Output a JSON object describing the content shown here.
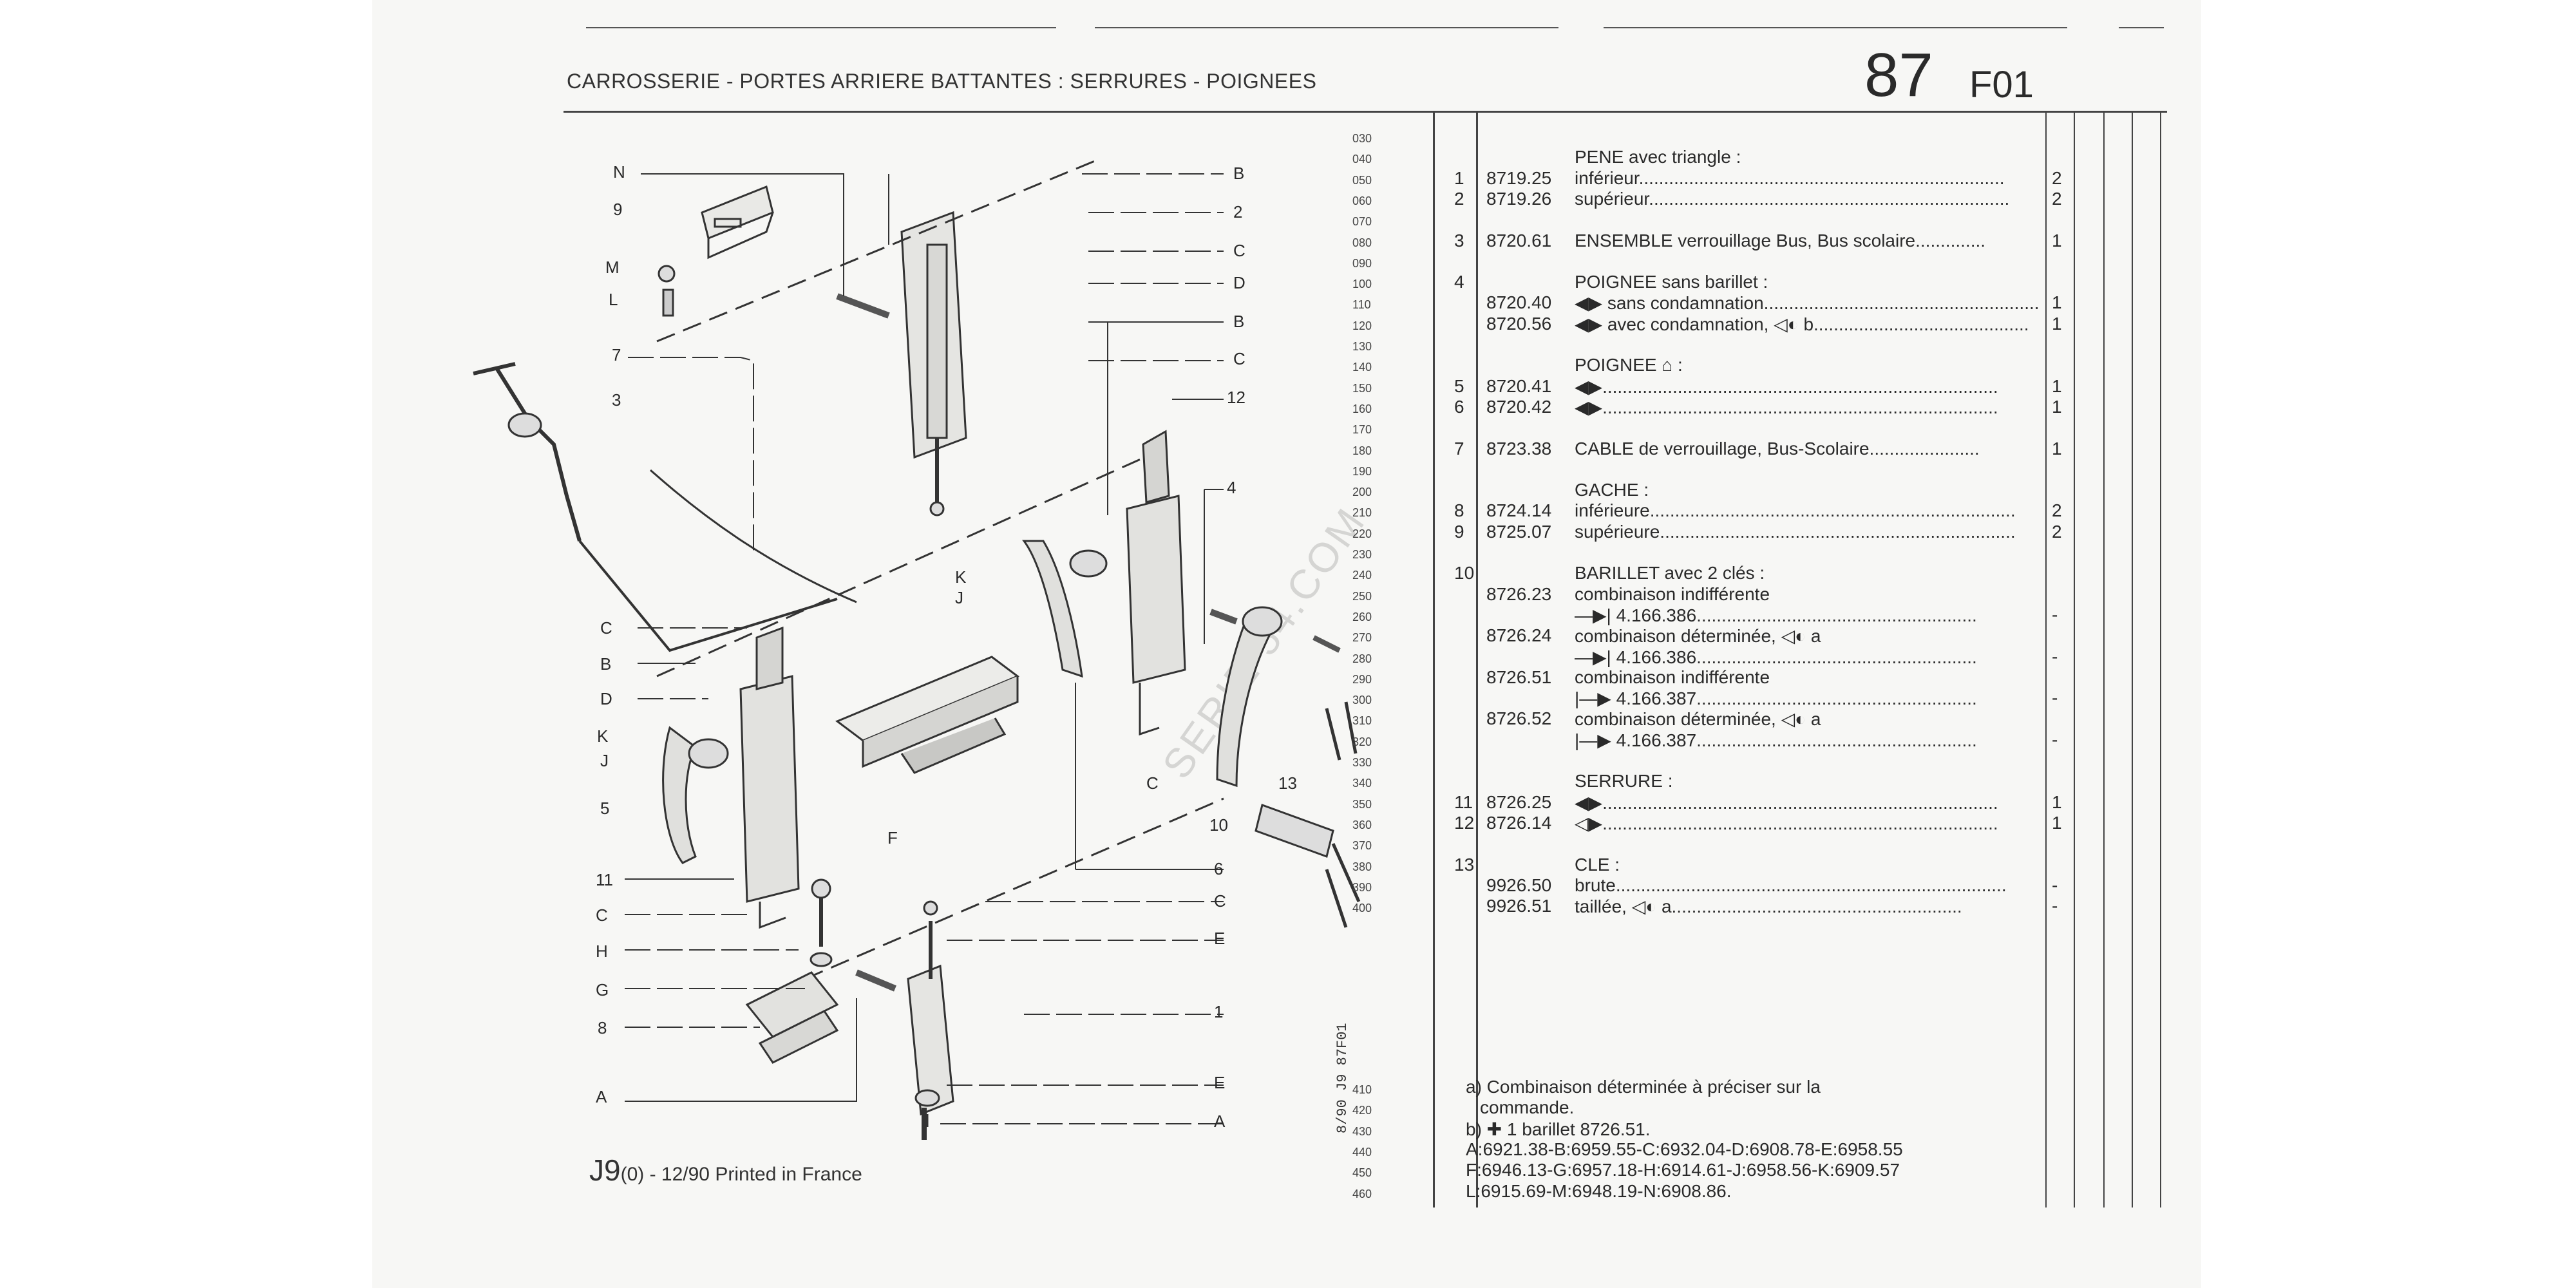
{
  "header": {
    "title": "CARROSSERIE - PORTES ARRIERE BATTANTES : SERRURES - POIGNEES",
    "page_number": "87",
    "page_code": "F01"
  },
  "footer": {
    "code": "J9",
    "text": "(0) - 12/90 Printed in France",
    "side_code": "8/90 J9 87F01"
  },
  "watermark": "SERIE 54.COM",
  "diagram": {
    "labels_left": [
      "N",
      "9",
      "M",
      "L",
      "7",
      "3",
      "C",
      "B",
      "D",
      "K",
      "J",
      "5",
      "11",
      "C",
      "H",
      "G",
      "8",
      "A"
    ],
    "labels_right": [
      "B",
      "2",
      "C",
      "D",
      "B",
      "C",
      "12",
      "4",
      "C",
      "6",
      "C",
      "E",
      "1",
      "E",
      "A"
    ],
    "labels_inner": [
      "K",
      "J",
      "F",
      "13",
      "10"
    ]
  },
  "line_numbers": [
    "030",
    "040",
    "050",
    "060",
    "070",
    "080",
    "090",
    "100",
    "110",
    "120",
    "130",
    "140",
    "150",
    "160",
    "170",
    "180",
    "190",
    "200",
    "210",
    "220",
    "230",
    "240",
    "250",
    "260",
    "270",
    "280",
    "290",
    "300",
    "310",
    "320",
    "330",
    "340",
    "350",
    "360",
    "370",
    "380",
    "390",
    "400"
  ],
  "parts": [
    {
      "line": "040",
      "rep": "",
      "ref": "",
      "desc": "PENE avec triangle :",
      "qty": ""
    },
    {
      "line": "050",
      "rep": "1",
      "ref": "8719.25",
      "desc": "inférieur.........................................................................",
      "qty": "2"
    },
    {
      "line": "060",
      "rep": "2",
      "ref": "8719.26",
      "desc": "supérieur........................................................................",
      "qty": "2"
    },
    {
      "line": "080",
      "rep": "3",
      "ref": "8720.61",
      "desc": "ENSEMBLE verrouillage Bus, Bus scolaire..............",
      "qty": "1"
    },
    {
      "line": "100",
      "rep": "4",
      "ref": "",
      "desc": "POIGNEE sans barillet :",
      "qty": ""
    },
    {
      "line": "110",
      "rep": "",
      "ref": "8720.40",
      "desc": "◀▶ sans condamnation.......................................................",
      "qty": "1"
    },
    {
      "line": "120",
      "rep": "",
      "ref": "8720.56",
      "desc": "◀▶ avec condamnation, ◁◐ b...........................................",
      "qty": "1"
    },
    {
      "line": "140",
      "rep": "",
      "ref": "",
      "desc": "POIGNEE ⌂ :",
      "qty": ""
    },
    {
      "line": "150",
      "rep": "5",
      "ref": "8720.41",
      "desc": "◀▶...............................................................................",
      "qty": "1"
    },
    {
      "line": "160",
      "rep": "6",
      "ref": "8720.42",
      "desc": "◀▶...............................................................................",
      "qty": "1"
    },
    {
      "line": "180",
      "rep": "7",
      "ref": "8723.38",
      "desc": "CABLE de verrouillage, Bus-Scolaire......................",
      "qty": "1"
    },
    {
      "line": "200",
      "rep": "",
      "ref": "",
      "desc": "GACHE :",
      "qty": ""
    },
    {
      "line": "210",
      "rep": "8",
      "ref": "8724.14",
      "desc": "inférieure.........................................................................",
      "qty": "2"
    },
    {
      "line": "220",
      "rep": "9",
      "ref": "8725.07",
      "desc": "supérieure.......................................................................",
      "qty": "2"
    },
    {
      "line": "240",
      "rep": "10",
      "ref": "",
      "desc": "BARILLET avec 2 clés :",
      "qty": ""
    },
    {
      "line": "250",
      "rep": "",
      "ref": "8726.23",
      "desc": "combinaison indifférente",
      "qty": ""
    },
    {
      "line": "260",
      "rep": "",
      "ref": "",
      "desc": "—▶| 4.166.386........................................................",
      "qty": "-"
    },
    {
      "line": "270",
      "rep": "",
      "ref": "8726.24",
      "desc": "combinaison déterminée, ◁◐ a",
      "qty": ""
    },
    {
      "line": "280",
      "rep": "",
      "ref": "",
      "desc": "—▶| 4.166.386........................................................",
      "qty": "-"
    },
    {
      "line": "290",
      "rep": "",
      "ref": "8726.51",
      "desc": "combinaison indifférente",
      "qty": ""
    },
    {
      "line": "300",
      "rep": "",
      "ref": "",
      "desc": "|—▶ 4.166.387........................................................",
      "qty": "-"
    },
    {
      "line": "310",
      "rep": "",
      "ref": "8726.52",
      "desc": "combinaison déterminée, ◁◐ a",
      "qty": ""
    },
    {
      "line": "320",
      "rep": "",
      "ref": "",
      "desc": "|—▶ 4.166.387........................................................",
      "qty": "-"
    },
    {
      "line": "340",
      "rep": "",
      "ref": "",
      "desc": "SERRURE :",
      "qty": ""
    },
    {
      "line": "350",
      "rep": "11",
      "ref": "8726.25",
      "desc": "◀▶...............................................................................",
      "qty": "1"
    },
    {
      "line": "360",
      "rep": "12",
      "ref": "8726.14",
      "desc": "◁▶...............................................................................",
      "qty": "1"
    },
    {
      "line": "380",
      "rep": "13",
      "ref": "",
      "desc": "CLE :",
      "qty": ""
    },
    {
      "line": "390",
      "rep": "",
      "ref": "9926.50",
      "desc": "brute..............................................................................",
      "qty": "-"
    },
    {
      "line": "400",
      "rep": "",
      "ref": "9926.51",
      "desc": "taillée, ◁◐ a..........................................................",
      "qty": "-"
    }
  ],
  "notes": [
    {
      "line": "410",
      "text": "a) Combinaison déterminée à préciser sur la"
    },
    {
      "line": "420",
      "text": "commande."
    },
    {
      "line": "430",
      "text": "b) ✚ 1 barillet 8726.51."
    },
    {
      "line": "440",
      "text": "A:6921.38-B:6959.55-C:6932.04-D:6908.78-E:6958.55"
    },
    {
      "line": "450",
      "text": "F:6946.13-G:6957.18-H:6914.61-J:6958.56-K:6909.57"
    },
    {
      "line": "460",
      "text": "L:6915.69-M:6948.19-N:6908.86."
    }
  ]
}
